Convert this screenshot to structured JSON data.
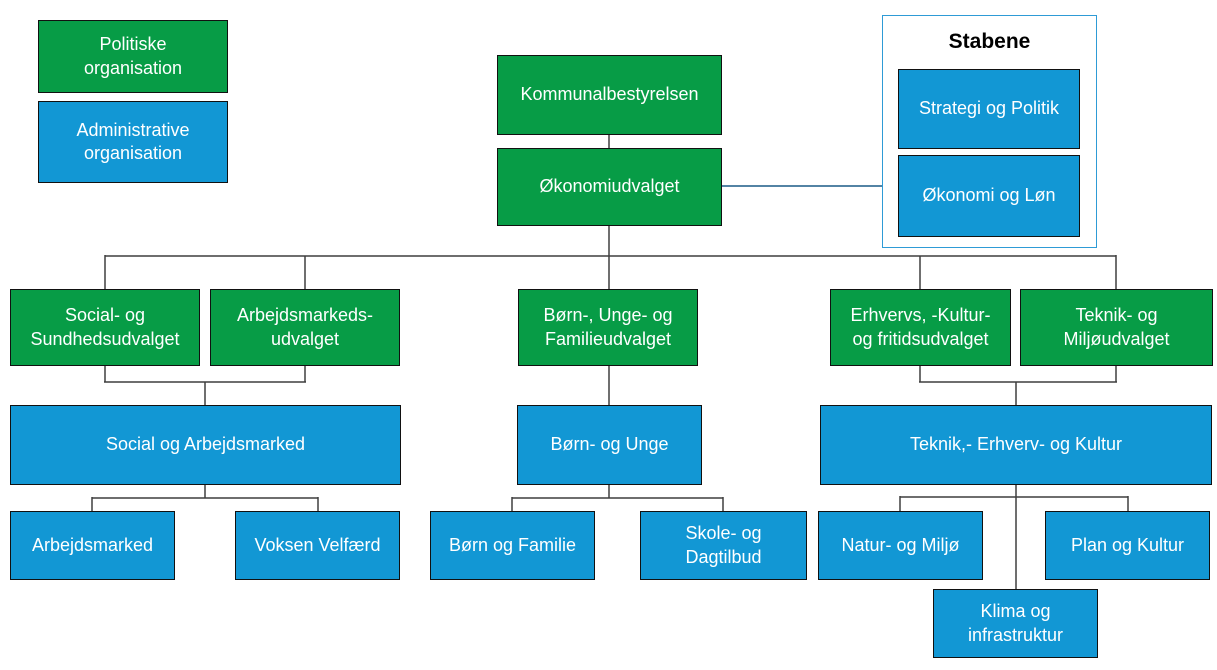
{
  "palette": {
    "political_green": "#079c46",
    "administrative_blue": "#1297d4",
    "stabene_border_blue": "#2e9bd6",
    "stabene_connector_blue": "#1a5a86",
    "connector_gray": "#3f3f3f",
    "node_text": "#ffffff",
    "title_text": "#000000"
  },
  "legend": {
    "political": "Politiske\norganisation",
    "administrative": "Administrative\norganisation"
  },
  "top": {
    "council": "Kommunalbestyrelsen",
    "economy_committee": "Økonomiudvalget"
  },
  "stabene": {
    "title": "Stabene",
    "items": [
      "Strategi og Politik",
      "Økonomi og Løn"
    ]
  },
  "committees": [
    "Social- og\nSundhedsudvalget",
    "Arbejdsmarkeds-\nudvalget",
    "Børn-, Unge- og\nFamilieudvalget",
    "Erhvervs, -Kultur-\nog fritidsudvalget",
    "Teknik- og\nMiljøudvalget"
  ],
  "departments": [
    "Social og Arbejdsmarked",
    "Børn- og Unge",
    "Teknik,- Erhverv- og Kultur"
  ],
  "units": [
    "Arbejdsmarked",
    "Voksen Velfærd",
    "Børn og Familie",
    "Skole- og\nDagtilbud",
    "Natur- og Miljø",
    "Plan og Kultur",
    "Klima og\ninfrastruktur"
  ]
}
